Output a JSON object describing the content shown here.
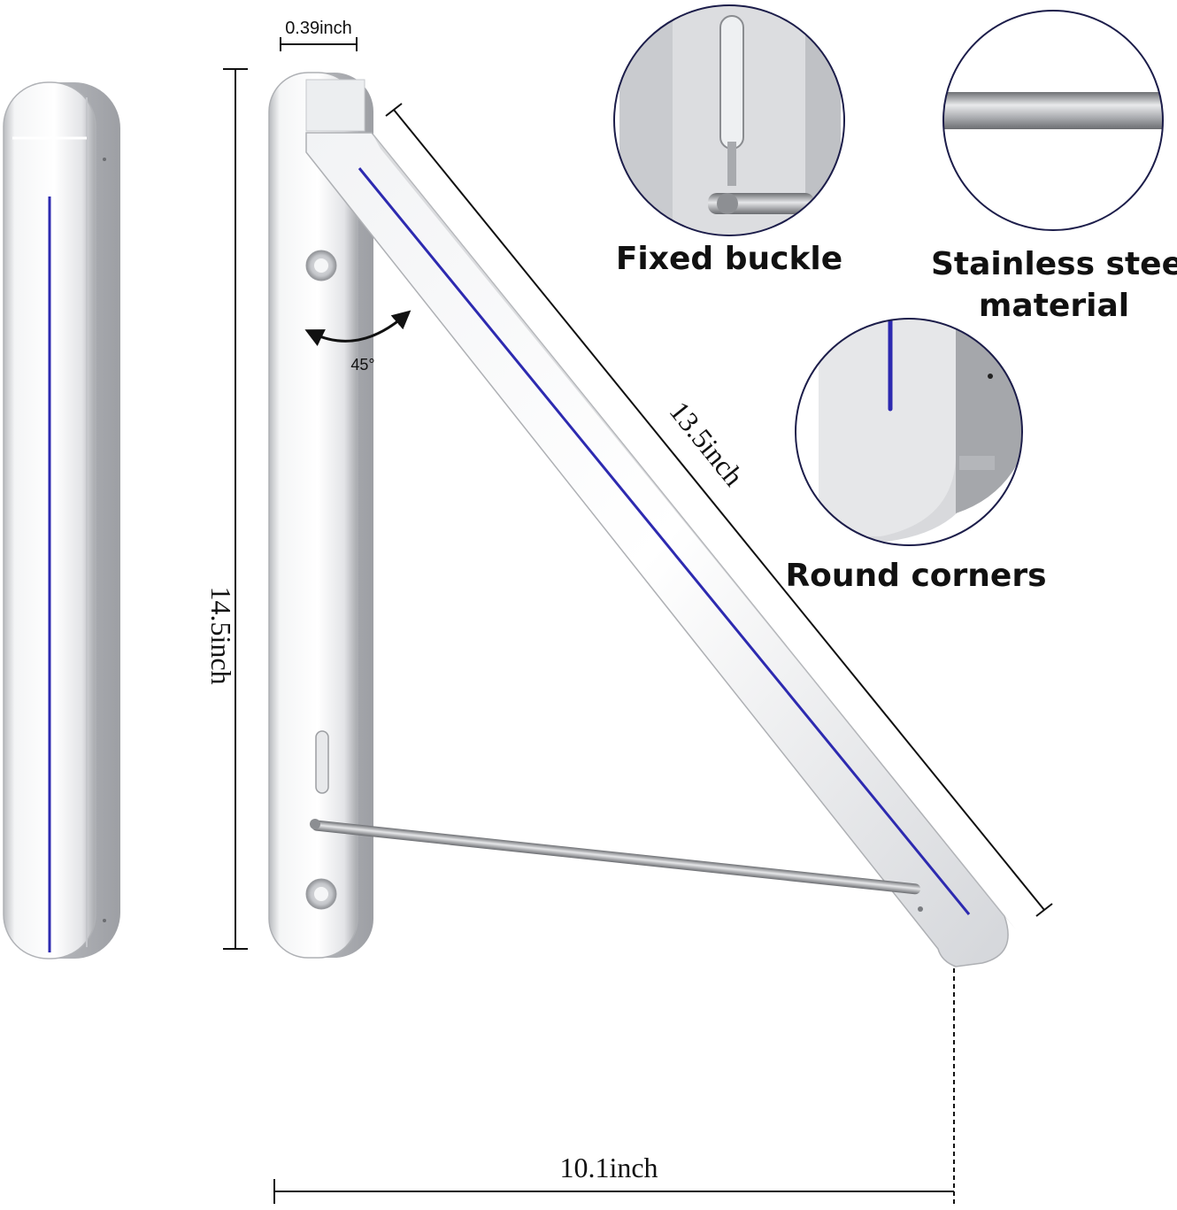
{
  "dimensions": {
    "thickness": "0.39inch",
    "height": "14.5inch",
    "arm_length": "13.5inch",
    "depth": "10.1inch",
    "angle": "45°"
  },
  "features": {
    "fixed_buckle": "Fixed buckle",
    "stainless_line1": "Stainless steel",
    "stainless_line2": "material",
    "round_corners": "Round corners"
  },
  "colors": {
    "accent_line": "#2d2ab0",
    "circle_border": "#1c1d4a",
    "aluminum": "#d9dadd",
    "steel_bar": "#9a9ca0"
  }
}
